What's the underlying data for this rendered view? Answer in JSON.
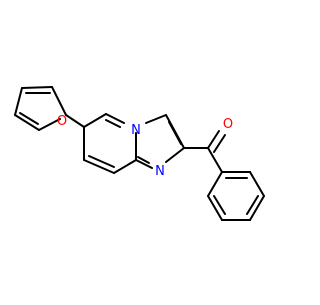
{
  "molecule": {
    "atom_labels": {
      "furan_oxygen": "O",
      "bridgehead_nitrogen": "N",
      "imidazole_nitrogen": "N",
      "carbonyl_oxygen": "O"
    },
    "colors": {
      "bond": "#000000",
      "oxygen": "#ff0000",
      "nitrogen": "#0000ff",
      "background": "#ffffff"
    }
  }
}
